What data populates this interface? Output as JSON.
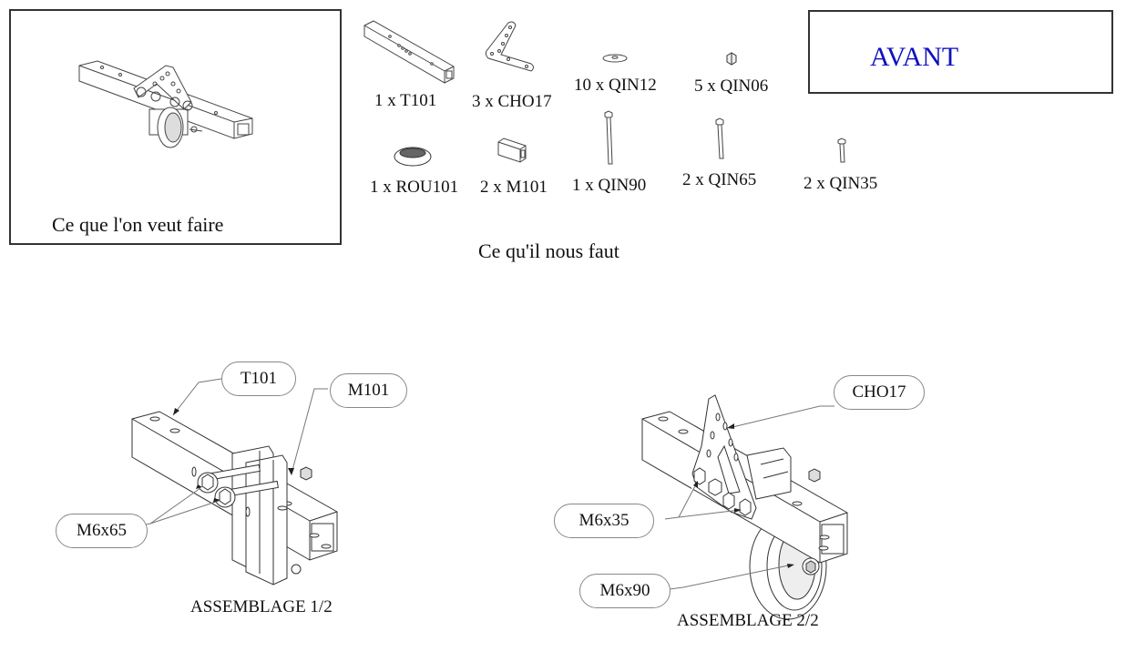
{
  "goal_panel": {
    "caption": "Ce que l'on veut faire"
  },
  "parts_section": {
    "caption": "Ce qu'il nous faut",
    "parts": [
      {
        "qty": "1 x T101",
        "icon": "square-tube-icon"
      },
      {
        "qty": "3 x CHO17",
        "icon": "angle-plate-icon"
      },
      {
        "qty": "10 x QIN12",
        "icon": "washer-icon"
      },
      {
        "qty": "5 x QIN06",
        "icon": "nut-icon"
      },
      {
        "qty": "1 x ROU101",
        "icon": "wheel-icon"
      },
      {
        "qty": "2 x M101",
        "icon": "tube-sleeve-icon"
      },
      {
        "qty": "1 x QIN90",
        "icon": "long-bolt-icon"
      },
      {
        "qty": "2 x QIN65",
        "icon": "medium-bolt-icon"
      },
      {
        "qty": "2 x QIN35",
        "icon": "short-bolt-icon"
      }
    ]
  },
  "orientation_box": {
    "label": "AVANT",
    "color": "#1010c0"
  },
  "assembly_1": {
    "title": "ASSEMBLAGE 1/2",
    "callouts": [
      "T101",
      "M101",
      "M6x65"
    ]
  },
  "assembly_2": {
    "title": "ASSEMBLAGE 2/2",
    "callouts": [
      "CHO17",
      "M6x35",
      "M6x90"
    ]
  }
}
